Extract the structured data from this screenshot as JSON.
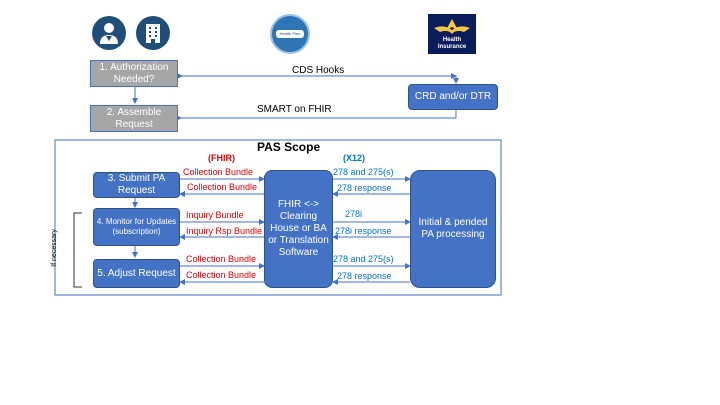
{
  "colors": {
    "box_blue": "#4472c4",
    "box_grey": "#a6a6a6",
    "fhir_red": "#e00000",
    "x12_blue": "#0070c0",
    "icon_navy": "#1f4e79"
  },
  "icons": [
    "doctor-icon",
    "hospital-icon",
    "health-plan-logo",
    "health-insurance-logo"
  ],
  "logos": {
    "plan_logo_text": "Health Plan",
    "insurance_logo_text": "Health Insurance"
  },
  "steps": {
    "s1": "1. Authorization Needed?",
    "s2": "2. Assemble Request",
    "s3": "3. Submit PA Request",
    "s4": "4. Monitor for Updates (subscription)",
    "s5": "5. Adjust Request"
  },
  "crd_box": "CRD and/or DTR",
  "top_links": {
    "cds_hooks": "CDS Hooks",
    "smart_on_fhir": "SMART on FHIR"
  },
  "scope": {
    "title": "PAS Scope",
    "fhir_header": "(FHIR)",
    "x12_header": "(X12)"
  },
  "clearing_box": "FHIR <-> Clearing House or BA or Translation Software",
  "payer_box": "Initial & pended PA processing",
  "fhir_labels": {
    "collection_bundle_1": "Collection Bundle",
    "collection_bundle_2": "Collection Bundle",
    "inquiry_bundle": "Inquiry Bundle",
    "inquiry_rsp_bundle": "Inquiry Rsp Bundle",
    "collection_bundle_3": "Collection Bundle",
    "collection_bundle_4": "Collection Bundle"
  },
  "x12_labels": {
    "x278_275_1": "278 and 275(s)",
    "x278_response_1": "278 response",
    "x278i": "278i",
    "x278i_response": "278i response",
    "x278_275_2": "278 and 275(s)",
    "x278_response_2": "278 response"
  },
  "if_necessary": "If necessary"
}
